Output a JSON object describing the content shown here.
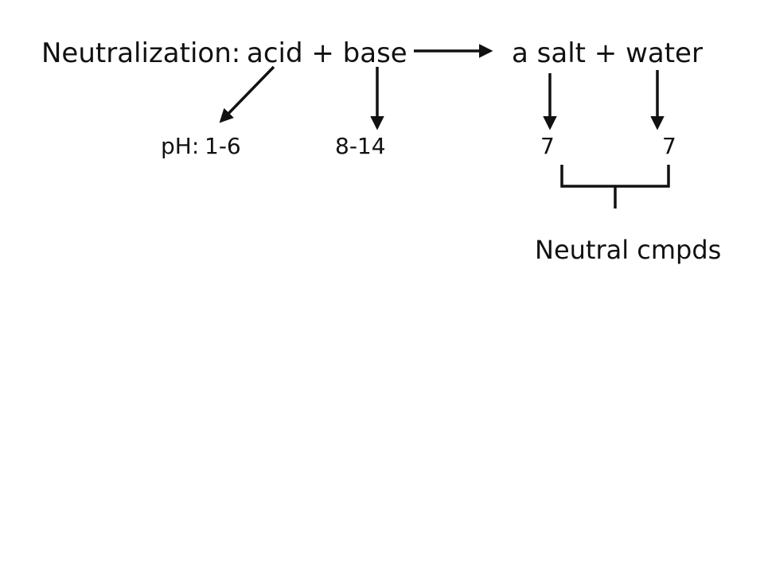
{
  "equation": {
    "prefix": "Neutralization:",
    "reactants": "acid + base",
    "products": "a salt + water"
  },
  "ph_values": {
    "label": "pH:",
    "acid": "1-6",
    "base": "8-14",
    "salt": "7",
    "water": "7"
  },
  "bracket_label": "Neutral cmpds",
  "colors": {
    "text": "#111111",
    "arrow": "#111111",
    "background": "#ffffff"
  }
}
